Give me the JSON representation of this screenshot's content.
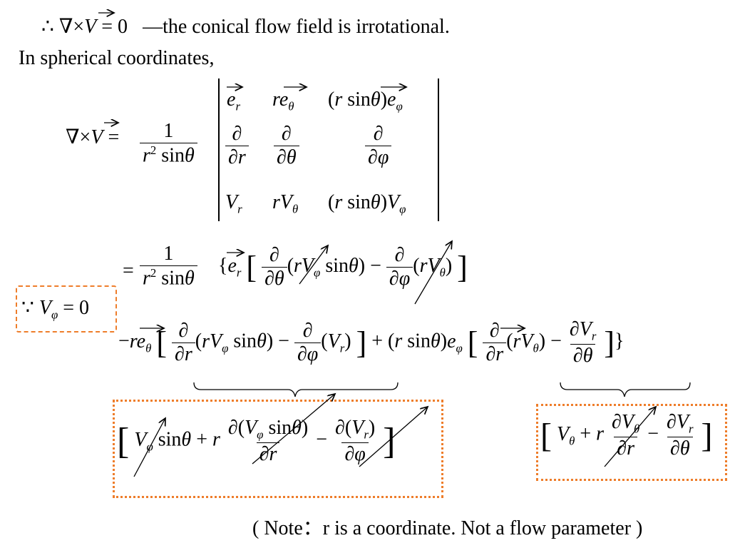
{
  "line1": {
    "therefore": "∴",
    "curl_expr": "∇×V = 0",
    "dash": "—",
    "statement": "the conical  flow field is irrotational."
  },
  "line2": "In spherical coordinates,",
  "curl": {
    "lhs": "∇×V =",
    "coef_num": "1",
    "coef_den": "r² sinθ",
    "row1": [
      "e_r",
      "r e_θ",
      "(r sinθ) e_φ"
    ],
    "row2": [
      "∂/∂r",
      "∂/∂θ",
      "∂/∂φ"
    ],
    "row3": [
      "V_r",
      "r V_θ",
      "(r sinθ) V_φ"
    ]
  },
  "expansion": {
    "eq": "=",
    "coef_num": "1",
    "coef_den": "r² sinθ",
    "term1": "{ e_r [ ∂/∂θ (r V_φ sinθ) − ∂/∂φ (r V_θ) ]",
    "term2": "− r e_θ [ ∂/∂r (r V_φ sinθ) − ∂/∂φ (V_r) ] + (r sinθ) e_φ [ ∂/∂r (r V_θ) − ∂V_r/∂θ ] }"
  },
  "condition": "∵ V_φ = 0",
  "box_left": "[ V_φ sinθ + r ∂(V_φ sinθ)/∂r − ∂(V_r)/∂φ ]",
  "box_right": "[ V_θ + r ∂V_θ/∂r − ∂V_r/∂θ ]",
  "note": "( Note：r is a coordinate. Not a flow parameter )",
  "colors": {
    "accent": "#ee7d2a",
    "text": "#000000"
  }
}
